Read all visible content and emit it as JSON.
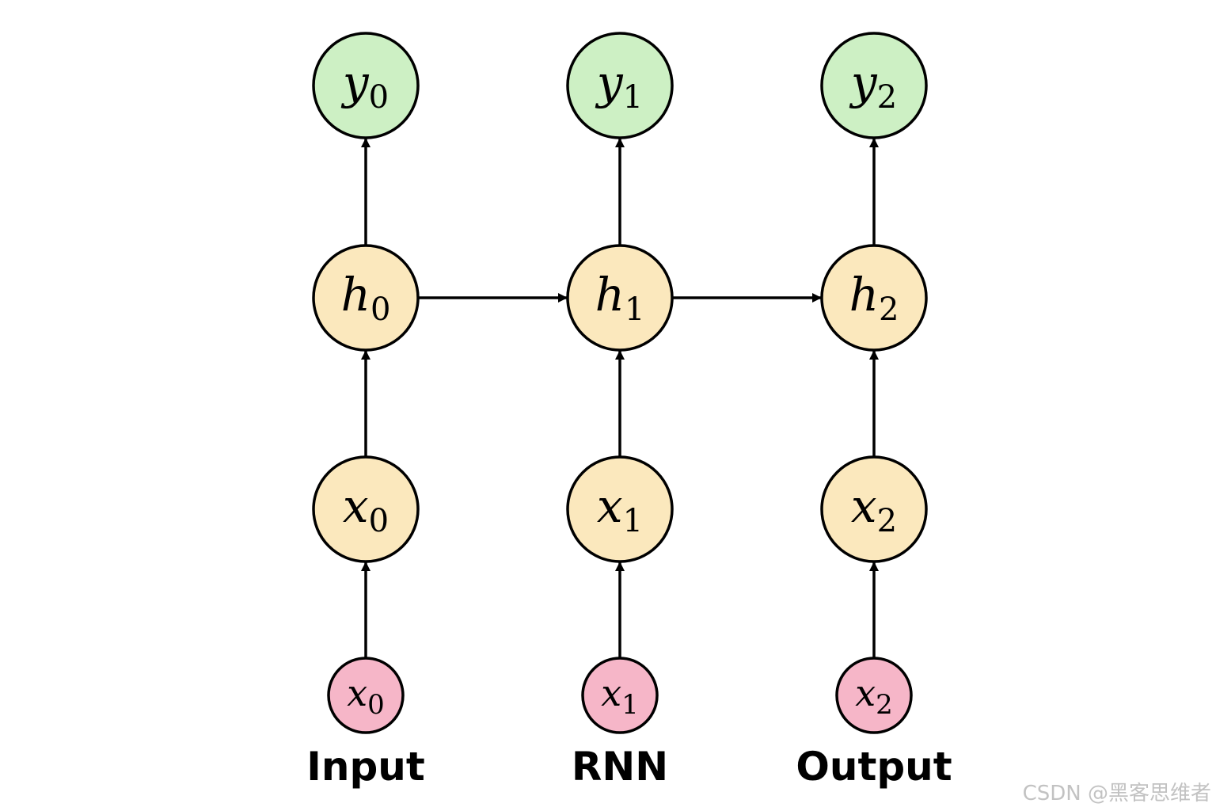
{
  "colors": {
    "output": "#cdf0c4",
    "hidden": "#fbe8bd",
    "input_feature": "#fbe8bd",
    "raw_input": "#f6b6c8",
    "stroke": "#000000",
    "watermark": "#c2c2c2"
  },
  "columns": [
    {
      "label": "Input",
      "nodes": {
        "output": {
          "base": "y",
          "sub": "0"
        },
        "hidden": {
          "base": "h",
          "sub": "0"
        },
        "input": {
          "base": "x",
          "sub": "0"
        },
        "raw": {
          "base": "x",
          "sub": "0"
        }
      }
    },
    {
      "label": "RNN",
      "nodes": {
        "output": {
          "base": "y",
          "sub": "1"
        },
        "hidden": {
          "base": "h",
          "sub": "1"
        },
        "input": {
          "base": "x",
          "sub": "1"
        },
        "raw": {
          "base": "x",
          "sub": "1"
        }
      }
    },
    {
      "label": "Output",
      "nodes": {
        "output": {
          "base": "y",
          "sub": "2"
        },
        "hidden": {
          "base": "h",
          "sub": "2"
        },
        "input": {
          "base": "x",
          "sub": "2"
        },
        "raw": {
          "base": "x",
          "sub": "2"
        }
      }
    }
  ],
  "watermark": "CSDN @黑客思维者"
}
